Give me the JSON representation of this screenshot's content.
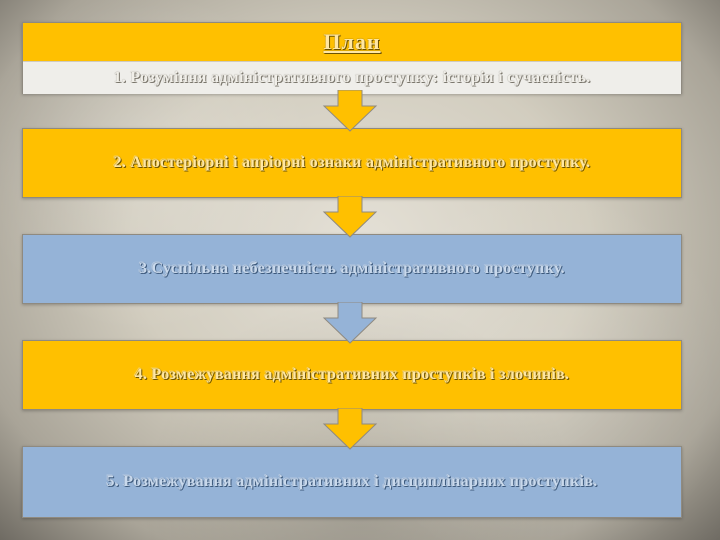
{
  "title": "План",
  "steps": [
    {
      "text": "1.  Розуміння адміністративного проступку: історія і сучасність."
    },
    {
      "text": "2.  Апостеріорні і апріорні ознаки адміністративного проступку."
    },
    {
      "text": "3.Суспільна небезпечність адміністративного проступку."
    },
    {
      "text": "4.  Розмежування адміністративних проступків і злочинів."
    },
    {
      "text": "5.  Розмежування адміністративних і дисциплінарних проступків."
    }
  ],
  "colors": {
    "yellow": "#ffc000",
    "blue": "#95b3d7",
    "light_band": "#efeeea"
  }
}
